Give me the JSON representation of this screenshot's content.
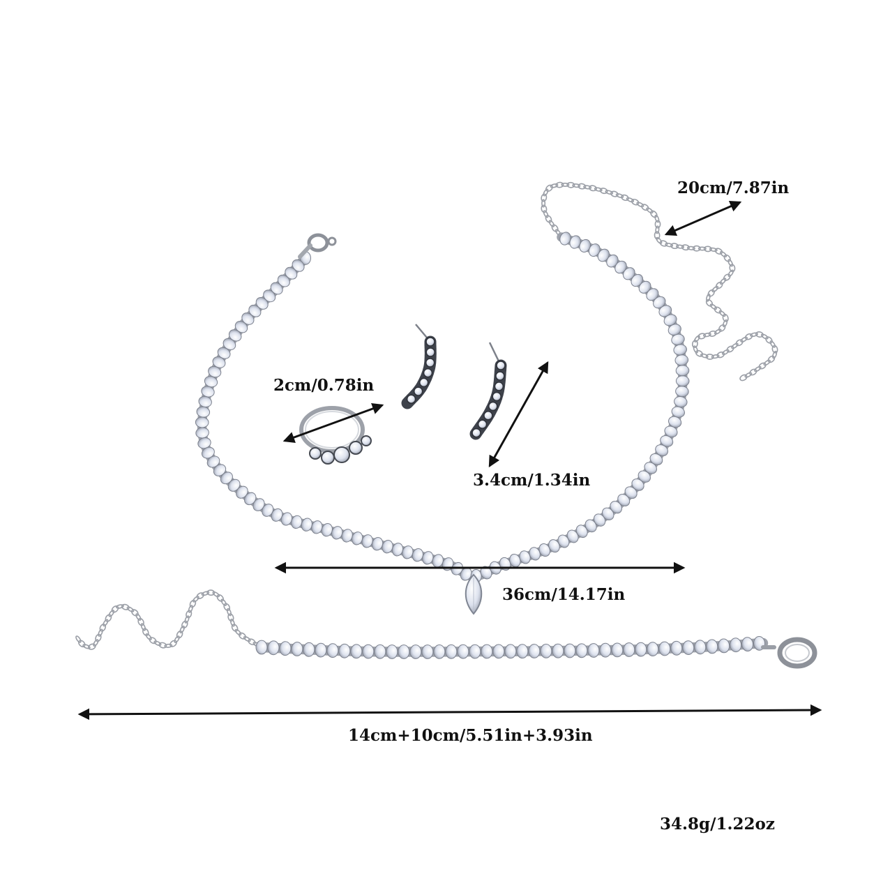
{
  "measurements": {
    "extender": "20cm/7.87in",
    "ring": "2cm/0.78in",
    "earring": "3.4cm/1.34in",
    "necklace": "36cm/14.17in",
    "bracelet": "14cm+10cm/5.51in+3.93in",
    "weight": "34.8g/1.22oz"
  },
  "colors": {
    "arrow": "#111111",
    "silver": "#a9acb3",
    "silver_dark": "#6d717a",
    "stone": "#e4e8f2",
    "stone_edge": "#8e93a0"
  }
}
